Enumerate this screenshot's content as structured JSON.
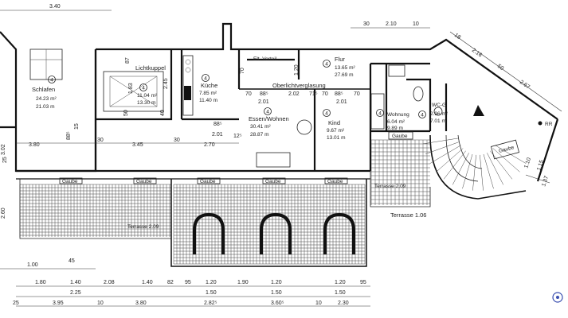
{
  "rooms": {
    "schlafen": {
      "name": "Schlafen",
      "area1": "24.23 m²",
      "area2": "21.03 m",
      "num": "4"
    },
    "lichtkuppel": {
      "name": "Lichtkuppel",
      "area1": "11.04 m²",
      "area2": "13.30 m",
      "num": "4"
    },
    "kueche": {
      "name": "Küche",
      "area1": "7.85 m²",
      "area2": "11.40 m",
      "num": "4"
    },
    "elt": {
      "name": "Elt. Verteil."
    },
    "flur": {
      "name": "Flur",
      "area1": "13.65 m²",
      "area2": "27.69 m",
      "num": "4"
    },
    "oberlicht": {
      "name": "Oberlichtverglasung"
    },
    "essen": {
      "name": "Essen/Wohnen",
      "area1": "30.41 m²",
      "area2": "28.87 m",
      "num": "4"
    },
    "kind": {
      "name": "Kind",
      "area1": "9.67 m²",
      "area2": "13.01 m",
      "num": "4"
    },
    "wohnung": {
      "name": "Wohnung",
      "area1": "6.04 m²",
      "area2": "9.89 m",
      "num": "4"
    },
    "wc": {
      "name": "WC-G",
      "area1": "2.96 m²",
      "area2": "7.01 m",
      "num": "4"
    },
    "gaube_r": {
      "name": "Gaube"
    },
    "gaube_b": {
      "name": "Gaube"
    },
    "terrasse1": {
      "name": "Terrasse 1.06"
    },
    "terrasse2": {
      "name": "Terrasse 2.09"
    },
    "terrasse3": {
      "name": "Terrasse 2.09"
    },
    "gaube_labels": [
      "Gaube",
      "Gaube",
      "Gaube",
      "Gaube",
      "Gaube"
    ],
    "rr": "RR"
  },
  "dims_top": {
    "d340": "3.40",
    "d30": "30",
    "d210": "2.10",
    "d10": "10",
    "d18": "18",
    "d216": "2.16",
    "d50": "50",
    "d267": "2.67",
    "d110": "1.10",
    "d115": "1.15",
    "d137": "1.37"
  },
  "dims_inner": {
    "d87": "87",
    "d245": "2.45",
    "d183": "1.83",
    "d50": "50",
    "d40": "40",
    "d70a": "70",
    "d120": "1.20",
    "d70b": "70",
    "d88a": "88⁵",
    "d201a": "2.01",
    "d202": "2.02",
    "d70c": "70",
    "d88b": "88⁵",
    "d71": "71⁵",
    "d201b": "2.01",
    "d70d": "70",
    "d88c": "88⁵",
    "d201c": "2.01",
    "d12": "12⁵",
    "d380": "3.80",
    "d88d": "88⁵",
    "d15": "15",
    "d30a": "30",
    "d345": "3.45",
    "d30b": "30",
    "d270": "2.70",
    "d302": "3.02",
    "d25": "25",
    "d260": "2.60"
  },
  "dims_bottom_row1": [
    "1.00",
    "45"
  ],
  "dims_bottom_row2": [
    "1.80",
    "1.40",
    "2.08",
    "1.40",
    "82",
    "95",
    "1.20",
    "1.90",
    "1.20",
    "1.20",
    "95"
  ],
  "dims_bottom_row3": [
    "2.25",
    "1.50",
    "1.50",
    "1.50"
  ],
  "dims_bottom_row4": [
    "25",
    "3.95",
    "10",
    "3.80",
    "2.82⁵",
    "3.60⁵",
    "10",
    "2.30"
  ]
}
